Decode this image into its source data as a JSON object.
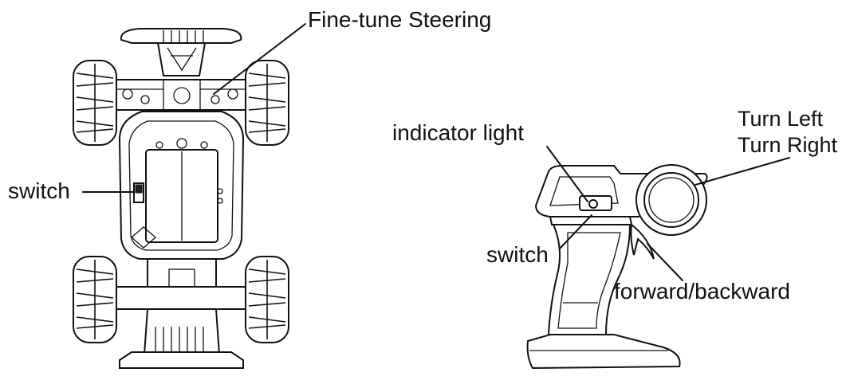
{
  "labels": {
    "fine_tune_steering": "Fine-tune Steering",
    "car_switch": "switch",
    "indicator_light": "indicator light",
    "turn_left": "Turn Left",
    "turn_right": "Turn Right",
    "remote_switch": "switch",
    "forward_backward": "forward/backward"
  }
}
